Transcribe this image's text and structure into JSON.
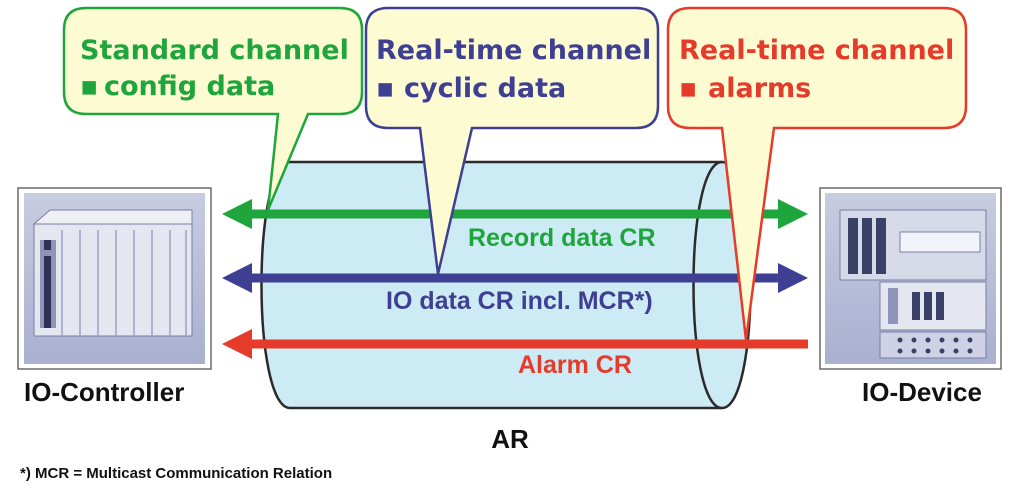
{
  "colors": {
    "green": "#1ea53c",
    "blue": "#3e3f92",
    "red": "#e63b2b",
    "bubble_fill": "#fdfbd2",
    "cylinder_fill": "#cdebf5"
  },
  "bubbles": [
    {
      "title": "Standard channel",
      "item": "config data"
    },
    {
      "title": "Real-time channel",
      "item": "cyclic data"
    },
    {
      "title": "Real-time channel",
      "item": "alarms"
    }
  ],
  "bullet": "▪",
  "connections": [
    {
      "label": "Record data CR"
    },
    {
      "label": "IO data CR incl. MCR*)"
    },
    {
      "label": "Alarm CR"
    }
  ],
  "devices": {
    "controller": "IO-Controller",
    "device": "IO-Device"
  },
  "ar_label": "AR",
  "footnote": "*) MCR = Multicast Communication Relation"
}
